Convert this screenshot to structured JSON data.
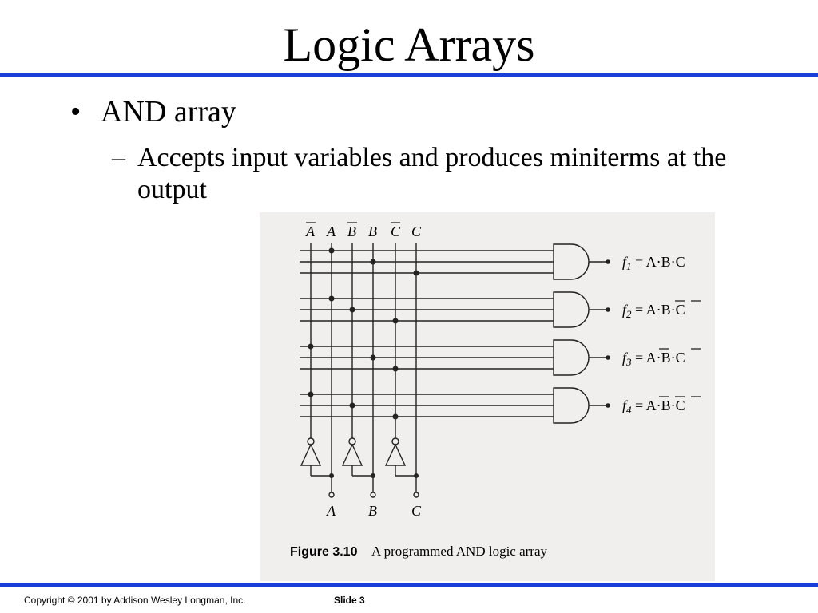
{
  "slide": {
    "title": "Logic Arrays",
    "bullet": "AND array",
    "sub_bullet": "Accepts input variables and produces miniterms at the output"
  },
  "figure": {
    "caption_number": "Figure 3.10",
    "caption_text": "A programmed AND logic array",
    "inputs": [
      "A",
      "B",
      "C"
    ],
    "line_labels": [
      "A",
      "A",
      "B",
      "B",
      "C",
      "C"
    ],
    "line_inverted": [
      true,
      false,
      true,
      false,
      true,
      false
    ],
    "outputs": [
      {
        "name": "f",
        "index": "1",
        "expr": "= A·B·C",
        "bars": [
          false,
          false,
          false
        ]
      },
      {
        "name": "f",
        "index": "2",
        "expr": "= A·B·C",
        "bars": [
          false,
          true,
          true
        ]
      },
      {
        "name": "f",
        "index": "3",
        "expr": "= A·B·C",
        "bars": [
          true,
          false,
          true
        ]
      },
      {
        "name": "f",
        "index": "4",
        "expr": "= A·B·C",
        "bars": [
          true,
          true,
          true
        ]
      }
    ]
  },
  "footer": {
    "copyright": "Copyright © 2001 by Addison Wesley Longman, Inc.",
    "slide_number": "Slide 3"
  }
}
